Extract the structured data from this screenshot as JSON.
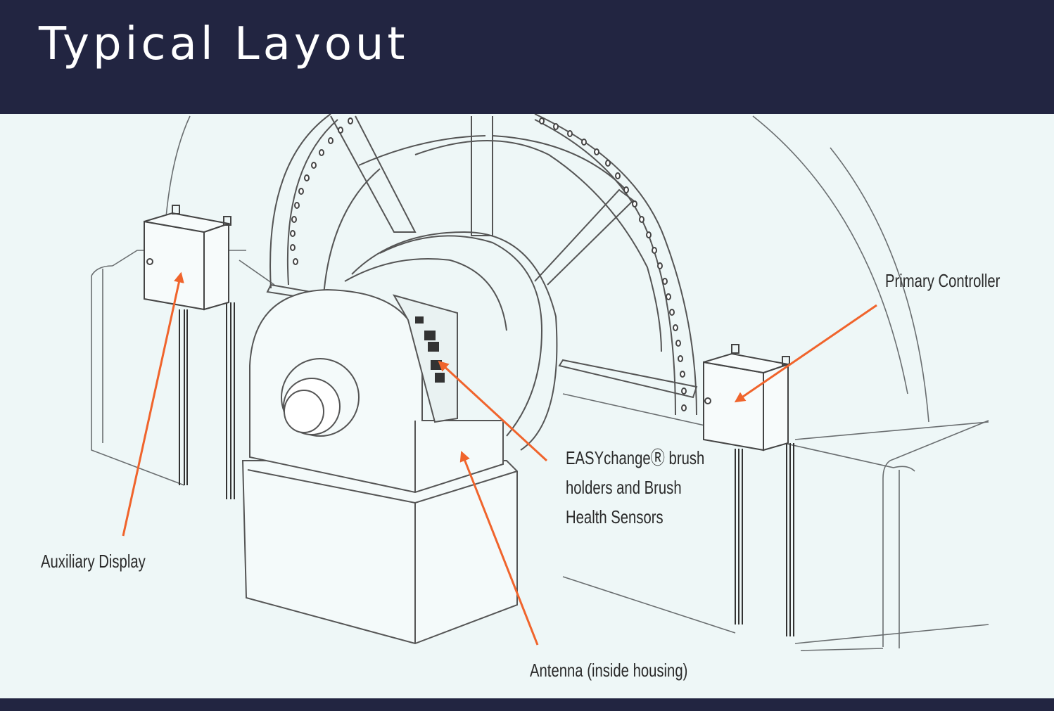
{
  "slide": {
    "title": "Typical Layout"
  },
  "labels": {
    "primary_controller": "Primary Controller",
    "auxiliary_display": "Auxiliary Display",
    "brush_holders_line1": "EASYchangeⓇ brush",
    "brush_holders_line2": "holders and Brush",
    "brush_holders_line3": "Health Sensors",
    "antenna": "Antenna (inside housing)"
  },
  "colors": {
    "header_bg": "#222541",
    "drawing_bg": "#eef7f7",
    "arrow": "#f0642c",
    "line_art": "#555555"
  }
}
